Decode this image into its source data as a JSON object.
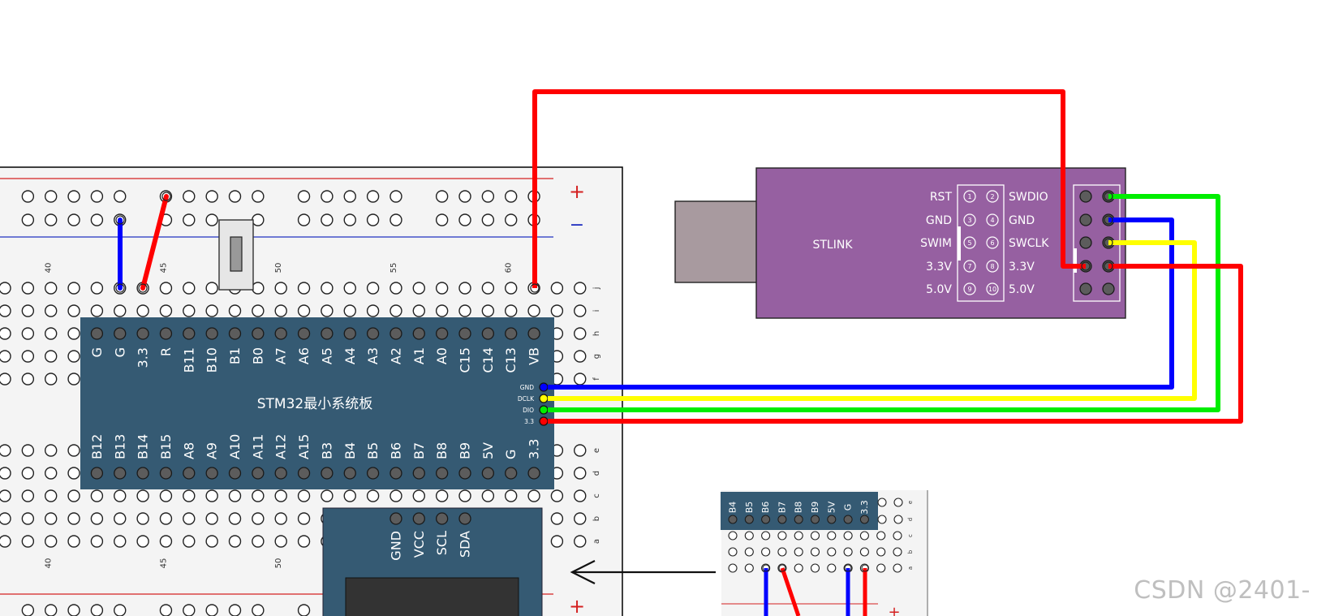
{
  "stm32": {
    "title": "STM32最小系统板",
    "top_pins": [
      "G",
      "G",
      "3.3",
      "R",
      "B11",
      "B10",
      "B1",
      "B0",
      "A7",
      "A6",
      "A5",
      "A4",
      "A3",
      "A2",
      "A1",
      "A0",
      "C15",
      "C14",
      "C13",
      "VB"
    ],
    "bottom_pins": [
      "B12",
      "B13",
      "B14",
      "B15",
      "A8",
      "A9",
      "A10",
      "A11",
      "A12",
      "A15",
      "B3",
      "B4",
      "B5",
      "B6",
      "B7",
      "B8",
      "B9",
      "5V",
      "G",
      "3.3"
    ],
    "swd_pins": [
      "GND",
      "DCLK",
      "DIO",
      "3.3"
    ]
  },
  "oled": {
    "pins": [
      "GND",
      "VCC",
      "SCL",
      "SDA"
    ]
  },
  "stlink": {
    "title": "STLINK",
    "left_labels": [
      "RST",
      "GND",
      "SWIM",
      "3.3V",
      "5.0V"
    ],
    "right_labels": [
      "SWDIO",
      "GND",
      "SWCLK",
      "3.3V",
      "5.0V"
    ],
    "pin_numbers": [
      [
        "1",
        "2"
      ],
      [
        "3",
        "4"
      ],
      [
        "5",
        "6"
      ],
      [
        "7",
        "8"
      ],
      [
        "9",
        "10"
      ]
    ]
  },
  "breadboard": {
    "column_numbers_top": [
      "40",
      "45",
      "50",
      "55",
      "60"
    ],
    "column_numbers_bottom": [
      "40",
      "45",
      "50"
    ],
    "row_letters_upper": [
      "j",
      "i",
      "h",
      "g",
      "f"
    ],
    "row_letters_lower": [
      "e",
      "d",
      "c",
      "b",
      "a"
    ],
    "rail_plus": "+",
    "rail_minus": "−"
  },
  "inset": {
    "pins": [
      "B4",
      "B5",
      "B6",
      "B7",
      "B8",
      "B9",
      "5V",
      "G",
      "3.3"
    ],
    "row_letters": [
      "e",
      "d",
      "c",
      "b",
      "a"
    ],
    "rail_plus": "+"
  },
  "colors": {
    "wire_red": "#ff0000",
    "wire_blue": "#0000ff",
    "wire_green": "#00ee00",
    "wire_yellow": "#ffff00",
    "board_blue": "#355a73",
    "stlink_purple": "#9660a1",
    "usb_gray": "#a89a9f"
  },
  "watermark": "CSDN @2401-"
}
